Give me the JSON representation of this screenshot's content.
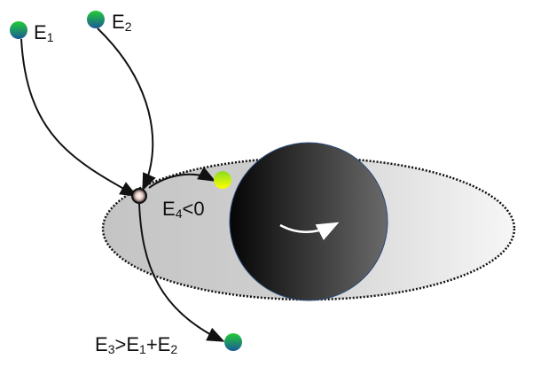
{
  "labels": {
    "e1": {
      "main": "E",
      "sub": "1"
    },
    "e2": {
      "main": "E",
      "sub": "2"
    },
    "e4": {
      "main": "E",
      "sub": "4",
      "rest": "<0"
    },
    "e3": {
      "parts": [
        "E",
        "3",
        ">E",
        "1",
        "+E",
        "2"
      ]
    }
  },
  "colors": {
    "particle_top": "#22cc33",
    "particle_bottom": "#1a5a9a",
    "negative_particle_top": "#88dd22",
    "negative_particle_bottom": "#ffff00",
    "black_hole": "#111111",
    "ergosphere": "#cccccc"
  }
}
